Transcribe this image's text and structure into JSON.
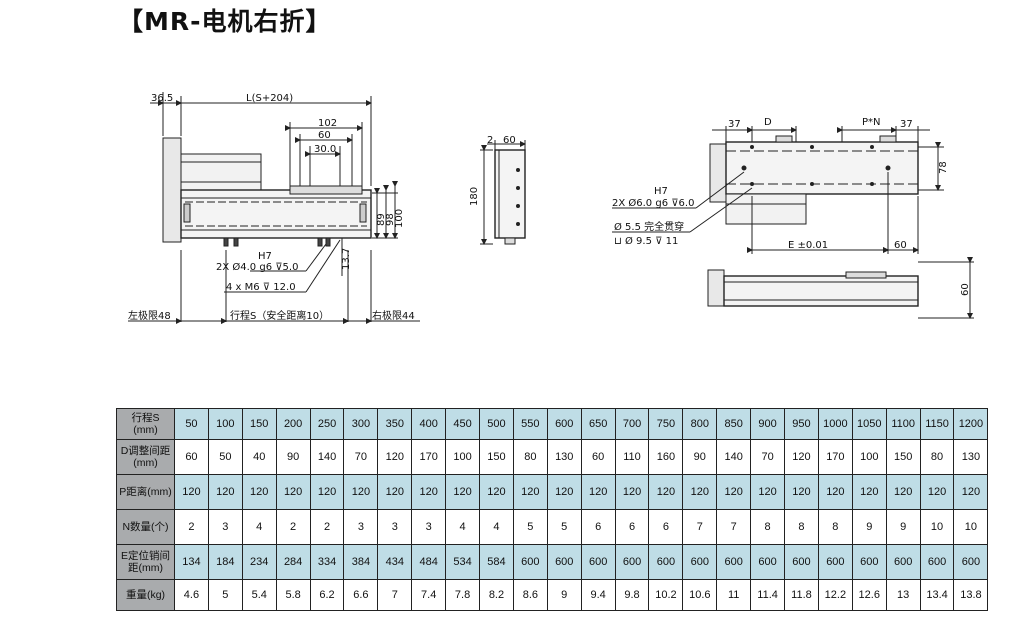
{
  "title": "【MR-电机右折】",
  "drawing": {
    "side_view": {
      "dim_offset": "36.5",
      "dim_length": "L(S+204)",
      "dim_102": "102",
      "dim_60": "60",
      "dim_30": "30.0",
      "dim_89": "89",
      "dim_98": "98",
      "dim_100": "100",
      "dim_13_7": "13.7",
      "hole_label_1": "H7",
      "hole_label_2": "2X Ø4.0 g6 ⊽5.0",
      "screw_label": "4 x  M6  ⊽ 12.0",
      "left_limit": "左极限48",
      "stroke_label": "行程S（安全距离10）",
      "right_limit": "右极限44"
    },
    "end_view": {
      "dim_2": "2",
      "dim_60": "60",
      "dim_180": "180"
    },
    "top_view": {
      "dim_37_left": "37",
      "dim_d": "D",
      "dim_pn": "P*N",
      "dim_37_right": "37",
      "dim_78": "78",
      "hole_h7": "H7",
      "hole_spec": "2X Ø6.0 g6 ⊽6.0",
      "through_hole": "Ø 5.5 完全贯穿",
      "counterbore": "⊔ Ø 9.5 ⊽ 11",
      "dim_e": "E ±0.01",
      "dim_60": "60",
      "dim_60_bottom": "60"
    }
  },
  "table": {
    "rows": [
      {
        "header": "行程S\n(mm)",
        "alt": true,
        "tall": false,
        "cells": [
          "50",
          "100",
          "150",
          "200",
          "250",
          "300",
          "350",
          "400",
          "450",
          "500",
          "550",
          "600",
          "650",
          "700",
          "750",
          "800",
          "850",
          "900",
          "950",
          "1000",
          "1050",
          "1100",
          "1150",
          "1200"
        ]
      },
      {
        "header": "D调整间距\n(mm)",
        "alt": false,
        "tall": true,
        "cells": [
          "60",
          "50",
          "40",
          "90",
          "140",
          "70",
          "120",
          "170",
          "100",
          "150",
          "80",
          "130",
          "60",
          "110",
          "160",
          "90",
          "140",
          "70",
          "120",
          "170",
          "100",
          "150",
          "80",
          "130"
        ]
      },
      {
        "header": "P距离(mm)",
        "alt": true,
        "tall": true,
        "cells": [
          "120",
          "120",
          "120",
          "120",
          "120",
          "120",
          "120",
          "120",
          "120",
          "120",
          "120",
          "120",
          "120",
          "120",
          "120",
          "120",
          "120",
          "120",
          "120",
          "120",
          "120",
          "120",
          "120",
          "120"
        ]
      },
      {
        "header": "N数量(个)",
        "alt": false,
        "tall": true,
        "cells": [
          "2",
          "3",
          "4",
          "2",
          "2",
          "3",
          "3",
          "3",
          "4",
          "4",
          "5",
          "5",
          "6",
          "6",
          "6",
          "7",
          "7",
          "8",
          "8",
          "8",
          "9",
          "9",
          "10",
          "10"
        ]
      },
      {
        "header": "E定位销间\n距(mm)",
        "alt": true,
        "tall": true,
        "cells": [
          "134",
          "184",
          "234",
          "284",
          "334",
          "384",
          "434",
          "484",
          "534",
          "584",
          "600",
          "600",
          "600",
          "600",
          "600",
          "600",
          "600",
          "600",
          "600",
          "600",
          "600",
          "600",
          "600",
          "600"
        ]
      },
      {
        "header": "重量(kg)",
        "alt": false,
        "tall": false,
        "cells": [
          "4.6",
          "5",
          "5.4",
          "5.8",
          "6.2",
          "6.6",
          "7",
          "7.4",
          "7.8",
          "8.2",
          "8.6",
          "9",
          "9.4",
          "9.8",
          "10.2",
          "10.6",
          "11",
          "11.4",
          "11.8",
          "12.2",
          "12.6",
          "13",
          "13.4",
          "13.8"
        ]
      }
    ]
  }
}
